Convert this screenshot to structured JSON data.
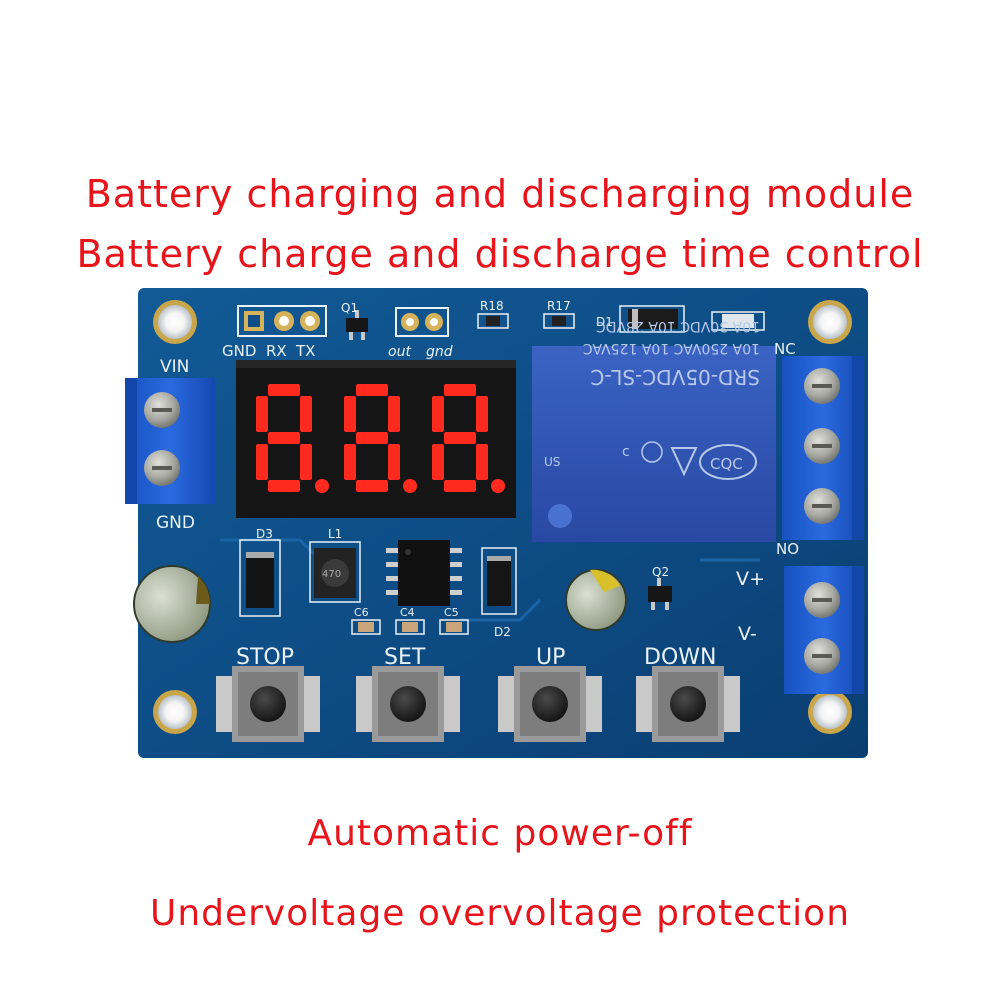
{
  "captions": {
    "line1": "Battery charging and discharging module",
    "line2": "Battery charge and discharge time control",
    "line3": "Automatic power-off",
    "line4": "Undervoltage overvoltage protection"
  },
  "board": {
    "header_labels": [
      "GND",
      "RX",
      "TX"
    ],
    "q1": "Q1",
    "out_label": "out",
    "gnd_label": "gnd",
    "r18": "R18",
    "r17": "R17",
    "d1": "D1",
    "vin": "VIN",
    "gnd": "GND",
    "nc": "NC",
    "no": "NO",
    "vplus": "V+",
    "vminus": "V-",
    "d3": "D3",
    "l1": "L1",
    "c6": "C6",
    "c4": "C4",
    "c5": "C5",
    "d2": "D2",
    "q2": "Q2",
    "inductor_marking": "470"
  },
  "display": {
    "digits": [
      "8.",
      "8.",
      "8."
    ]
  },
  "relay": {
    "model": "SRD-05VDC-SL-C",
    "rating1": "10A 250VAC 10A 125VAC",
    "rating2": "10A 30VDC 10A 28VDC",
    "cert": "CQC",
    "us": "US",
    "c": "c"
  },
  "buttons": {
    "stop": "STOP",
    "set": "SET",
    "up": "UP",
    "down": "DOWN"
  },
  "colors": {
    "caption": "#e8141b",
    "pcb": "#0e4d86",
    "relay": "#2f56b7",
    "terminal": "#1f5fd0",
    "segment": "#ff2a1e"
  }
}
